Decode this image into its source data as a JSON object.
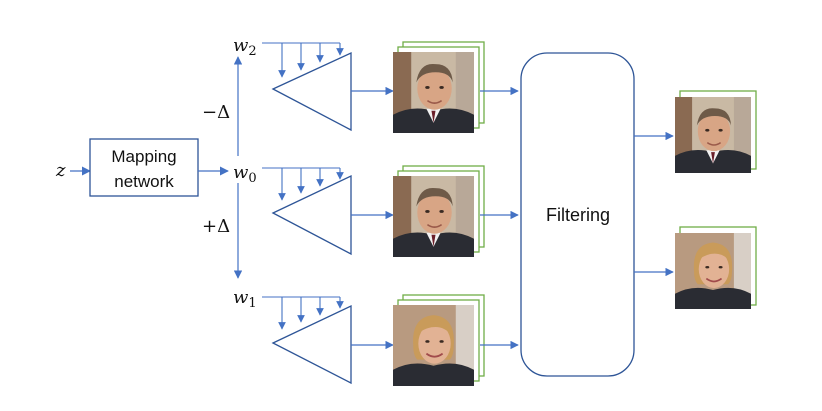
{
  "diagram": {
    "input_label": "z",
    "mapping_network_line1": "Mapping",
    "mapping_network_line2": "network",
    "w_top": {
      "base": "w",
      "sub": "2"
    },
    "w_mid": {
      "base": "w",
      "sub": "0"
    },
    "w_bot": {
      "base": "w",
      "sub": "1"
    },
    "delta_minus": "−Δ",
    "delta_plus": "+Δ",
    "filter_label": "Filtering"
  },
  "colors": {
    "arrow": "#4472c4",
    "box_border": "#2e5597",
    "image_stack_border": "#70ad47",
    "generator_border": "#2e5597"
  },
  "icons": {
    "face_man": "man-face-thumbnail",
    "face_woman": "woman-face-thumbnail"
  }
}
